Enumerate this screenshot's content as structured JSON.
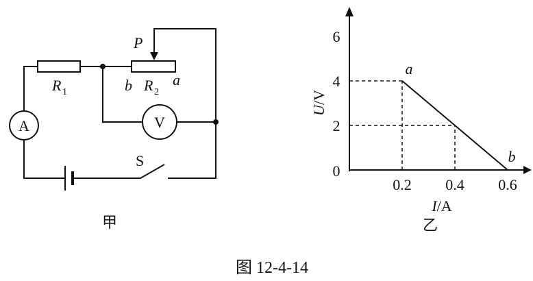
{
  "circuit": {
    "caption": "甲",
    "labels": {
      "r1": "R",
      "r1_sub": "1",
      "r2": "R",
      "r2_sub": "2",
      "slider": "P",
      "end_b": "b",
      "end_a": "a",
      "ammeter": "A",
      "voltmeter": "V",
      "switch": "S"
    }
  },
  "graph": {
    "caption": "乙",
    "ylabel_var": "U",
    "ylabel_unit": "/V",
    "xlabel_var": "I",
    "xlabel_unit": "/A",
    "origin": "0",
    "yticks": [
      "2",
      "4",
      "6"
    ],
    "xticks": [
      "0.2",
      "0.4",
      "0.6"
    ],
    "point_a": "a",
    "point_b": "b"
  },
  "chart_data": {
    "type": "line",
    "xlabel": "I/A",
    "ylabel": "U/V",
    "xlim": [
      0,
      0.7
    ],
    "ylim": [
      0,
      7
    ],
    "series": [
      {
        "x": [
          0.2,
          0.4,
          0.6
        ],
        "y": [
          4,
          2,
          0
        ]
      }
    ],
    "annotations": [
      {
        "text": "a",
        "x": 0.2,
        "y": 4
      },
      {
        "text": "b",
        "x": 0.6,
        "y": 0
      }
    ],
    "guides": [
      {
        "x": 0.2,
        "y": 4
      },
      {
        "x": 0.4,
        "y": 2
      }
    ]
  },
  "figure_caption": "图 12-4-14"
}
